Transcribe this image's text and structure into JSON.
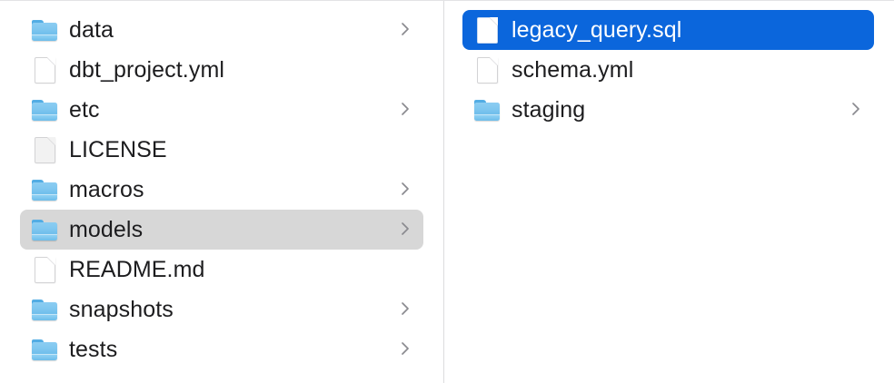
{
  "app": {
    "name": "Finder",
    "view": "column-view",
    "accent_selected_color": "#0b66dc",
    "inactive_selected_color": "#d7d7d7",
    "folder_icon_color": "#7ec6ef",
    "text_color": "#1d1d1f",
    "selected_text_color": "#ffffff",
    "divider_color": "#dcdcde"
  },
  "columns": [
    {
      "id": "column-1",
      "name": "project-root-column",
      "items": [
        {
          "label": "data",
          "kind": "folder",
          "icon": "folder-icon",
          "has_chevron": true,
          "selected": false,
          "selection_state": "none"
        },
        {
          "label": "dbt_project.yml",
          "kind": "file",
          "icon": "document-icon",
          "has_chevron": false,
          "selected": false,
          "selection_state": "none"
        },
        {
          "label": "etc",
          "kind": "folder",
          "icon": "folder-icon",
          "has_chevron": true,
          "selected": false,
          "selection_state": "none"
        },
        {
          "label": "LICENSE",
          "kind": "file",
          "icon": "document-icon",
          "has_chevron": false,
          "selected": false,
          "selection_state": "none"
        },
        {
          "label": "macros",
          "kind": "folder",
          "icon": "folder-icon",
          "has_chevron": true,
          "selected": false,
          "selection_state": "none"
        },
        {
          "label": "models",
          "kind": "folder",
          "icon": "folder-icon",
          "has_chevron": true,
          "selected": true,
          "selection_state": "inactive"
        },
        {
          "label": "README.md",
          "kind": "file",
          "icon": "document-icon",
          "has_chevron": false,
          "selected": false,
          "selection_state": "none"
        },
        {
          "label": "snapshots",
          "kind": "folder",
          "icon": "folder-icon",
          "has_chevron": true,
          "selected": false,
          "selection_state": "none"
        },
        {
          "label": "tests",
          "kind": "folder",
          "icon": "folder-icon",
          "has_chevron": true,
          "selected": false,
          "selection_state": "none"
        }
      ]
    },
    {
      "id": "column-2",
      "name": "models-contents-column",
      "items": [
        {
          "label": "legacy_query.sql",
          "kind": "file",
          "icon": "document-icon",
          "has_chevron": false,
          "selected": true,
          "selection_state": "active"
        },
        {
          "label": "schema.yml",
          "kind": "file",
          "icon": "document-icon",
          "has_chevron": false,
          "selected": false,
          "selection_state": "none"
        },
        {
          "label": "staging",
          "kind": "folder",
          "icon": "folder-icon",
          "has_chevron": true,
          "selected": false,
          "selection_state": "none"
        }
      ]
    }
  ]
}
